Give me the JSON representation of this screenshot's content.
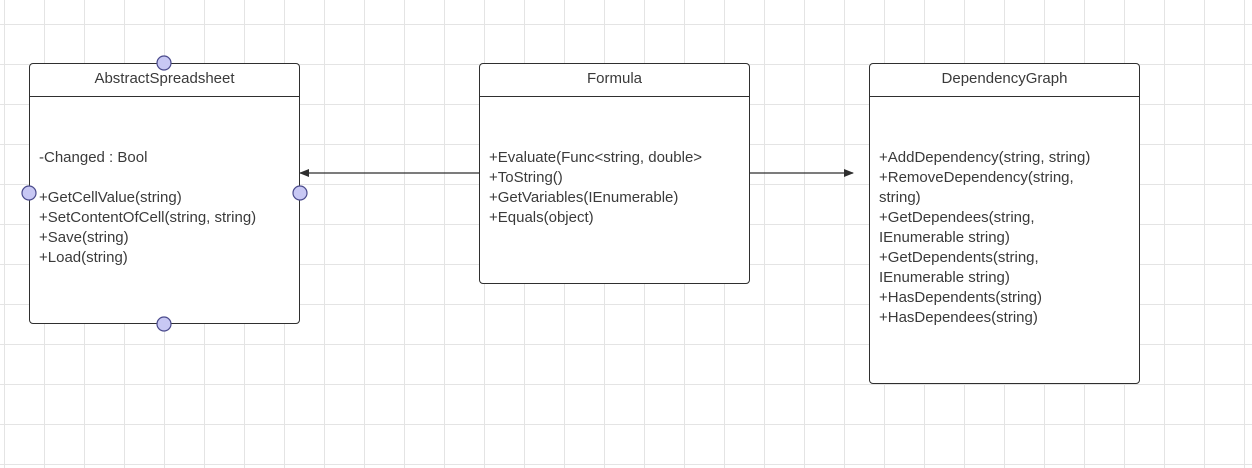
{
  "colors": {
    "border": "#2f2f2f",
    "text": "#3a3a3a",
    "grid": "#e4e4e4",
    "handle_fill": "#c8c8f4",
    "handle_stroke": "#4a4a8c"
  },
  "classes": [
    {
      "name": "AbstractSpreadsheet",
      "attributes": [
        "-Changed : Bool"
      ],
      "methods": [
        "+GetCellValue(string)",
        "+SetContentOfCell(string, string)",
        "+Save(string)",
        "+Load(string)"
      ]
    },
    {
      "name": "Formula",
      "attributes": [],
      "methods": [
        "+Evaluate(Func<string, double>",
        "+ToString()",
        "+GetVariables(IEnumerable)",
        "+Equals(object)"
      ]
    },
    {
      "name": "DependencyGraph",
      "attributes": [],
      "methods": [
        "+AddDependency(string, string)",
        "+RemoveDependency(string,\nstring)",
        "+GetDependees(string,\nIEnumerable string)",
        "+GetDependents(string,\nIEnumerable string)",
        "+HasDependents(string)",
        "+HasDependees(string)"
      ]
    }
  ]
}
